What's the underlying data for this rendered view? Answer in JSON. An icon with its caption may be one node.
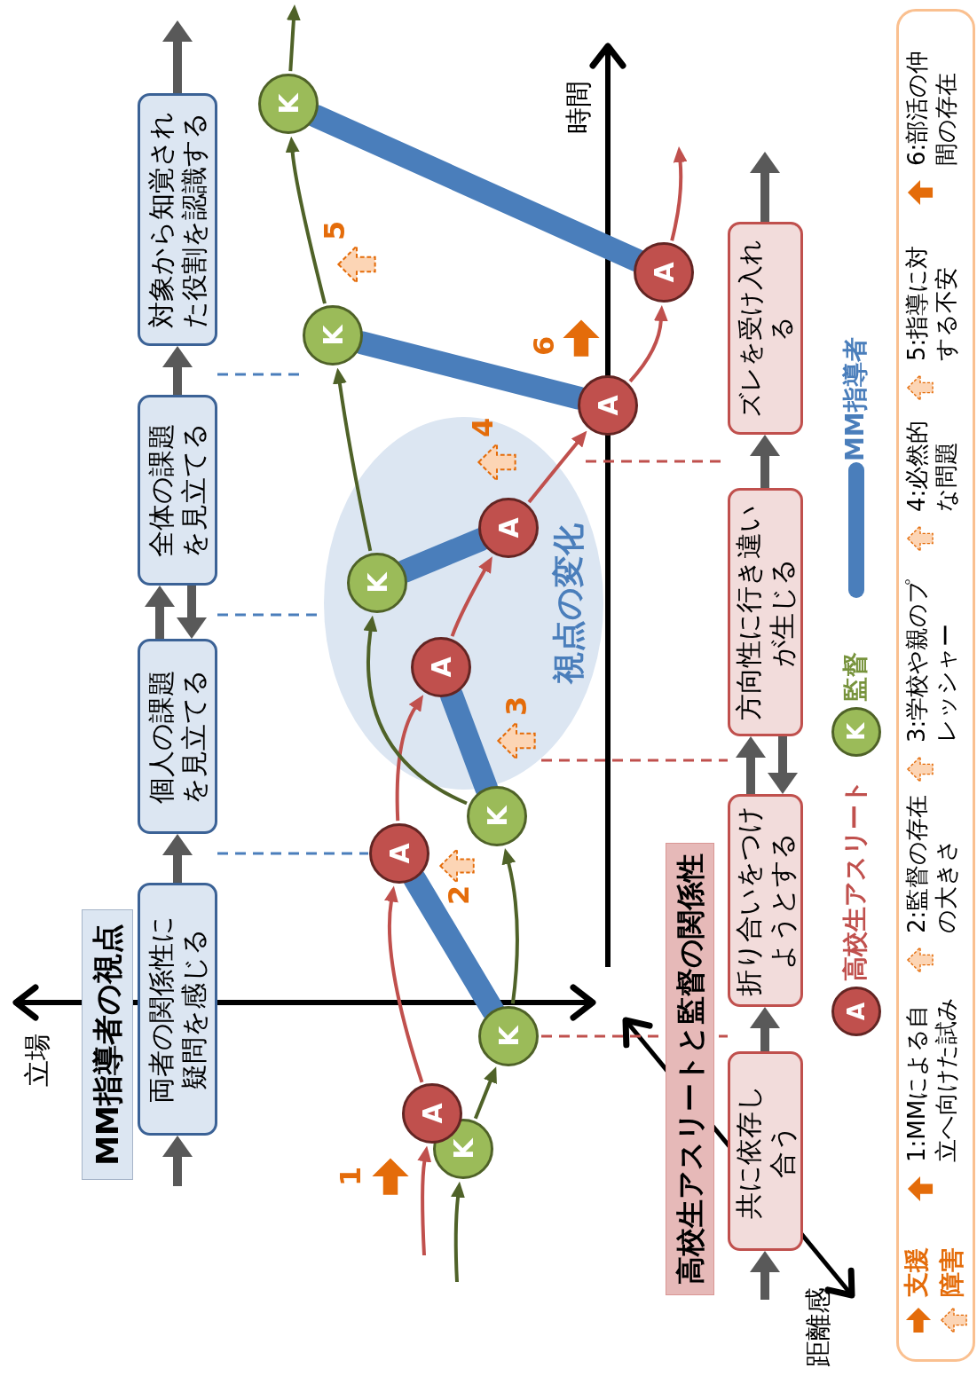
{
  "diagram": {
    "nodes": [
      {
        "text": [
          "MM指導者の視点"
        ]
      },
      {
        "text": [
          "両者の関係性に疑問を感じる"
        ]
      },
      {
        "text": [
          "個人の課題を見立てる"
        ]
      },
      {
        "text": [
          "全体の課題を見立てる"
        ]
      },
      {
        "text": [
          "対象から知覚された役割を認識する"
        ]
      },
      {
        "text": [
          "高校生アスリートと監督の関係性"
        ]
      },
      {
        "text": [
          "共に依存し合う"
        ]
      },
      {
        "text": [
          "折り合いをつけようとする"
        ]
      },
      {
        "text": [
          "方向性に行き違いが生じる"
        ]
      },
      {
        "text": [
          "ズレを受け入れる"
        ]
      },
      {
        "text": [
          "視点の変化"
        ]
      },
      {
        "text": [
          "K"
        ]
      },
      {
        "text": [
          "A"
        ]
      },
      {
        "text": [
          "K"
        ]
      },
      {
        "text": [
          "A"
        ]
      },
      {
        "text": [
          "K"
        ]
      },
      {
        "text": [
          "A"
        ],
        "in": 10
      },
      {
        "text": [
          "K"
        ],
        "in": 10
      },
      {
        "text": [
          "A"
        ],
        "in": 10
      },
      {
        "text": [
          "A"
        ]
      },
      {
        "text": [
          "K"
        ]
      },
      {
        "text": [
          "A"
        ]
      },
      {
        "text": [
          "K"
        ]
      },
      {
        "text": [],
        "shape": "arrow",
        "beside": [
          "1"
        ]
      },
      {
        "text": [],
        "shape": "arrow",
        "beside": [
          "2"
        ]
      },
      {
        "text": [],
        "shape": "arrow",
        "beside": [
          "3"
        ],
        "in": 10
      },
      {
        "text": [],
        "shape": "arrow",
        "beside": [
          "4"
        ],
        "in": 10
      },
      {
        "text": [],
        "shape": "arrow",
        "beside": [
          "6"
        ]
      },
      {
        "text": [],
        "shape": "arrow",
        "beside": [
          "5"
        ]
      }
    ],
    "edges": [
      {
        "from": null,
        "to": 1,
        "arrow": "to"
      },
      {
        "from": 1,
        "to": 2,
        "arrow": "to"
      },
      {
        "from": 2,
        "to": 3,
        "arrow": "to"
      },
      {
        "from": 3,
        "to": 2,
        "arrow": "to"
      },
      {
        "from": 3,
        "to": 4,
        "arrow": "to"
      },
      {
        "from": 4,
        "to": null,
        "arrow": "to"
      },
      {
        "from": null,
        "to": 6,
        "arrow": "to"
      },
      {
        "from": 6,
        "to": 7,
        "arrow": "to"
      },
      {
        "from": 7,
        "to": 8,
        "arrow": "to"
      },
      {
        "from": 8,
        "to": 7,
        "arrow": "to"
      },
      {
        "from": 8,
        "to": 9,
        "arrow": "to"
      },
      {
        "from": 9,
        "to": null,
        "arrow": "to"
      },
      {
        "from": null,
        "to": 12,
        "arrow": "to",
        "color": "#c0504d"
      },
      {
        "from": 12,
        "to": 14,
        "arrow": "to",
        "color": "#c0504d"
      },
      {
        "from": 14,
        "to": 16,
        "arrow": "to",
        "color": "#c0504d"
      },
      {
        "from": 16,
        "to": 18,
        "arrow": "to",
        "color": "#c0504d"
      },
      {
        "from": 18,
        "to": 19,
        "arrow": "to",
        "color": "#c0504d"
      },
      {
        "from": 19,
        "to": 21,
        "arrow": "to",
        "color": "#c0504d"
      },
      {
        "from": 21,
        "to": null,
        "arrow": "to",
        "color": "#c0504d"
      },
      {
        "from": null,
        "to": 11,
        "arrow": "to",
        "color": "#4f6228"
      },
      {
        "from": 11,
        "to": 13,
        "arrow": "to",
        "color": "#4f6228"
      },
      {
        "from": 13,
        "to": 15,
        "arrow": "to",
        "color": "#4f6228"
      },
      {
        "from": 15,
        "to": 17,
        "arrow": "to",
        "color": "#4f6228"
      },
      {
        "from": 17,
        "to": 20,
        "arrow": "to",
        "color": "#4f6228"
      },
      {
        "from": 20,
        "to": 22,
        "arrow": "to",
        "color": "#4f6228"
      },
      {
        "from": 22,
        "to": null,
        "arrow": "to",
        "color": "#4f6228"
      },
      {
        "from": 14,
        "to": 13,
        "arrow": "none",
        "style": "thick",
        "color": "#4a7ebb"
      },
      {
        "from": 16,
        "to": 15,
        "arrow": "none",
        "style": "thick",
        "color": "#4a7ebb"
      },
      {
        "from": 17,
        "to": 18,
        "arrow": "none",
        "style": "thick",
        "color": "#4a7ebb"
      },
      {
        "from": 19,
        "to": 20,
        "arrow": "none",
        "style": "thick",
        "color": "#4a7ebb"
      },
      {
        "from": 21,
        "to": 22,
        "arrow": "none",
        "style": "thick",
        "color": "#4a7ebb"
      }
    ],
    "labels": [
      "立場",
      "時間",
      "距離感",
      "A",
      "K"
    ],
    "legend": [
      {
        "text": "高校生アスリート"
      },
      {
        "text": "監督"
      },
      {
        "text": "MM指導者"
      },
      {
        "text": "支援"
      },
      {
        "text": "障害"
      },
      {
        "text": "1:MMによる自立へ向けた試み"
      },
      {
        "text": "2:監督の存在の大きさ"
      },
      {
        "text": "3:学校や親のプレッシャー"
      },
      {
        "text": "4:必然的な問題"
      },
      {
        "text": "5:指導に対する不安"
      },
      {
        "text": "6:部活の仲間の存在"
      }
    ]
  }
}
